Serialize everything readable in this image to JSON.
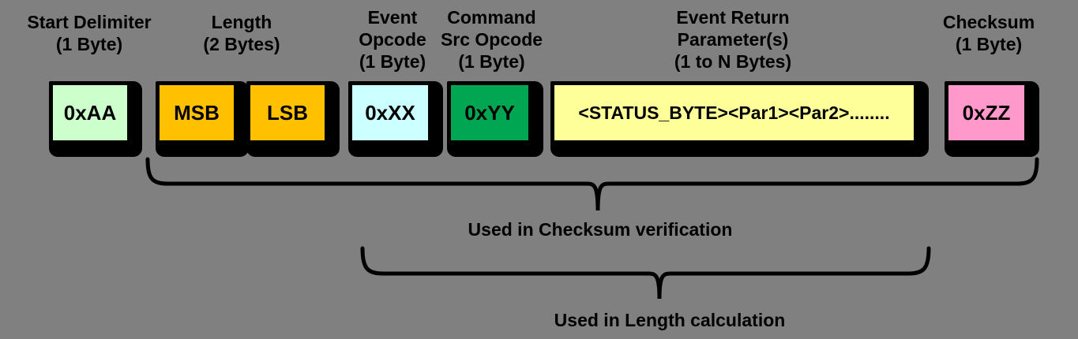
{
  "canvas": {
    "background": "#808080",
    "outline_color": "#000000",
    "text_color": "#000000"
  },
  "fields": [
    {
      "caption_lines": [
        "Start Delimiter",
        "(1 Byte)"
      ],
      "boxes": [
        {
          "text": "0xAA",
          "color": "#CCFFCC"
        }
      ]
    },
    {
      "caption_lines": [
        "Length",
        "(2 Bytes)"
      ],
      "boxes": [
        {
          "text": "MSB",
          "color": "#FFC000"
        },
        {
          "text": "LSB",
          "color": "#FFC000"
        }
      ]
    },
    {
      "caption_lines": [
        "Event",
        "Opcode",
        "(1 Byte)"
      ],
      "boxes": [
        {
          "text": "0xXX",
          "color": "#CCFFFF"
        }
      ]
    },
    {
      "caption_lines": [
        "Command",
        "Src Opcode",
        "(1 Byte)"
      ],
      "boxes": [
        {
          "text": "0xYY",
          "color": "#00A651"
        }
      ]
    },
    {
      "caption_lines": [
        "Event Return",
        "Parameter(s)",
        "(1 to N Bytes)"
      ],
      "boxes": [
        {
          "text": "<STATUS_BYTE><Par1><Par2>........",
          "color": "#FFFF99"
        }
      ]
    },
    {
      "caption_lines": [
        "Checksum",
        "(1 Byte)"
      ],
      "boxes": [
        {
          "text": "0xZZ",
          "color": "#FF99CC"
        }
      ]
    }
  ],
  "braces": [
    {
      "label": "Used in Checksum verification"
    },
    {
      "label": "Used in Length calculation"
    }
  ]
}
